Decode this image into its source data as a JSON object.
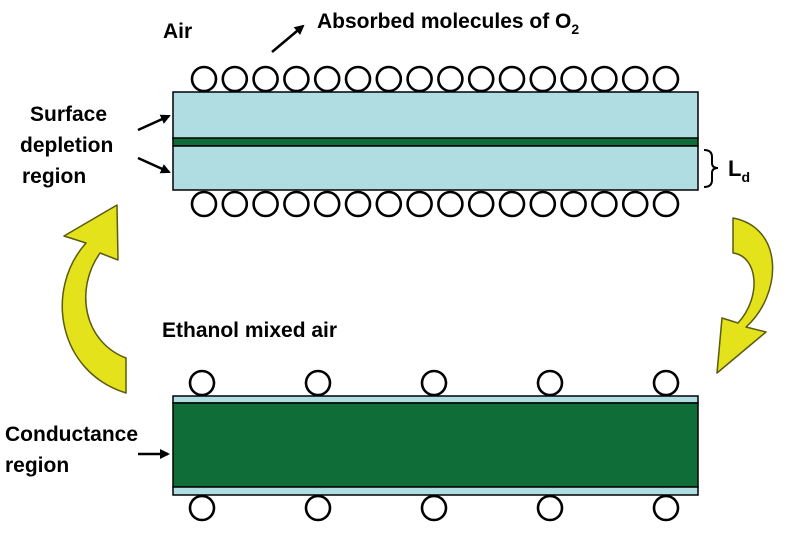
{
  "labels": {
    "air": "Air",
    "absorbed_prefix": "Absorbed molecules of O",
    "absorbed_sub": "2",
    "surface_line1": "Surface",
    "surface_line2": "depletion",
    "surface_line3": "region",
    "ld_main": "L",
    "ld_sub": "d",
    "ethanol": "Ethanol mixed air",
    "conductance_line1": "Conductance",
    "conductance_line2": "region"
  },
  "colors": {
    "depletion_fill": "#b0dde2",
    "conductance_fill": "#0f6e38",
    "arrow_fill": "#e4e21b",
    "arrow_stroke": "#5a5a10",
    "outline": "#000000"
  },
  "diagram": {
    "top_plate": {
      "molecules_above": 16,
      "molecules_below": 16
    },
    "bottom_plate": {
      "molecules_above": 5,
      "molecules_below": 5
    }
  }
}
